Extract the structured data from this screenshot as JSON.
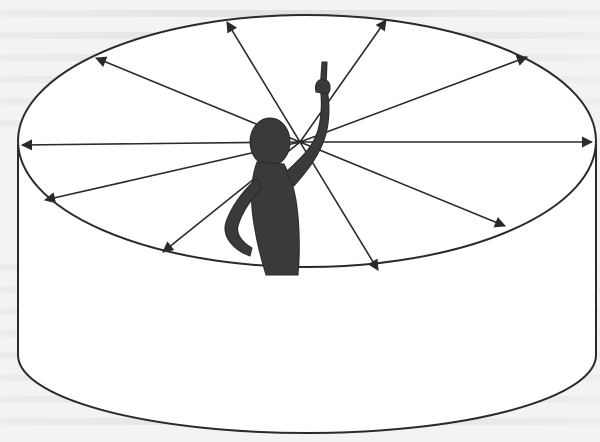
{
  "figure": {
    "description_role": "illustration",
    "cylinder": {
      "rim": "ellipse",
      "wall_sides": "vertical"
    },
    "arrows": {
      "count": 12,
      "style": "double-headed"
    },
    "figure_person": {
      "pose": "standing-pointing-up",
      "fill": "#3a3a3a"
    },
    "colors": {
      "ink": "#2a2a2a",
      "paper": "#f3f3f1"
    }
  }
}
